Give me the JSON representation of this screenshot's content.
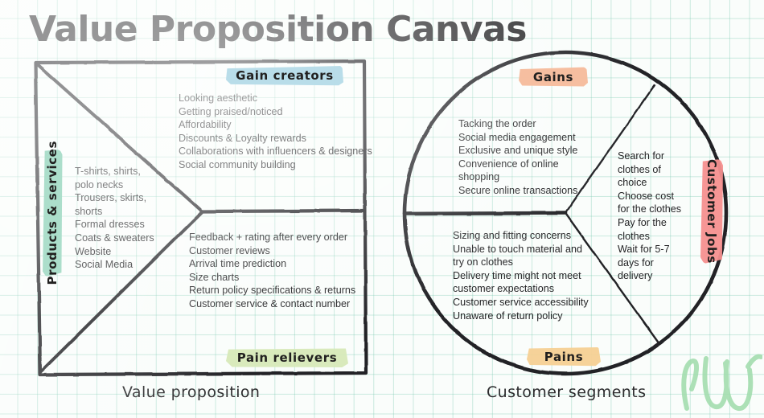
{
  "page": {
    "title": "Value Proposition Canvas",
    "background": "graph-paper",
    "grid_color": "#78c8af",
    "ink_color": "#232325"
  },
  "value_proposition": {
    "caption": "Value proposition",
    "shape": "square",
    "sections": {
      "gain_creators": {
        "label": "Gain creators",
        "highlight_color": "#b5dbe8",
        "items": [
          "Looking aesthetic",
          "Getting praised/noticed",
          "Affordability",
          " Discounts & Loyalty rewards",
          "Collaborations with influencers & designers",
          "Social community building"
        ]
      },
      "products_services": {
        "label": "Products & services",
        "highlight_color": "#a8dcc8",
        "orientation": "vertical",
        "items": [
          "T-shirts, shirts,",
          "polo necks",
          "Trousers, skirts,",
          "shorts",
          "Formal dresses",
          "Coats & sweaters",
          "Website",
          "Social Media"
        ]
      },
      "pain_relievers": {
        "label": "Pain relievers",
        "highlight_color": "#d7e9b8",
        "items": [
          "Feedback + rating after every order",
          "Customer reviews",
          "Arrival time prediction",
          "Size charts",
          "Return policy specifications & returns",
          "Customer service & contact number"
        ]
      }
    }
  },
  "customer_segments": {
    "caption": "Customer segments",
    "shape": "circle",
    "sections": {
      "gains": {
        "label": "Gains",
        "highlight_color": "#f6bb9b",
        "items": [
          "Tacking the order",
          "Social media engagement",
          "Exclusive and unique style",
          "Convenience of online",
          "shopping",
          "Secure online transactions"
        ]
      },
      "customer_jobs": {
        "label": "Customer Jobs",
        "highlight_color": "#f5908f",
        "orientation": "vertical",
        "items": [
          " Search for",
          "clothes of",
          "choice",
          "Choose cost",
          "for the clothes",
          " Pay for the",
          "clothes",
          "Wait for 5-7",
          "days for",
          "delivery"
        ]
      },
      "pains": {
        "label": "Pains",
        "highlight_color": "#f6d093",
        "items": [
          "Sizing and fitting concerns",
          "Unable to touch material and",
          "try on clothes",
          "Delivery time might not meet",
          "customer expectations",
          "Customer service accessibility",
          " Unaware of return policy"
        ]
      }
    }
  }
}
